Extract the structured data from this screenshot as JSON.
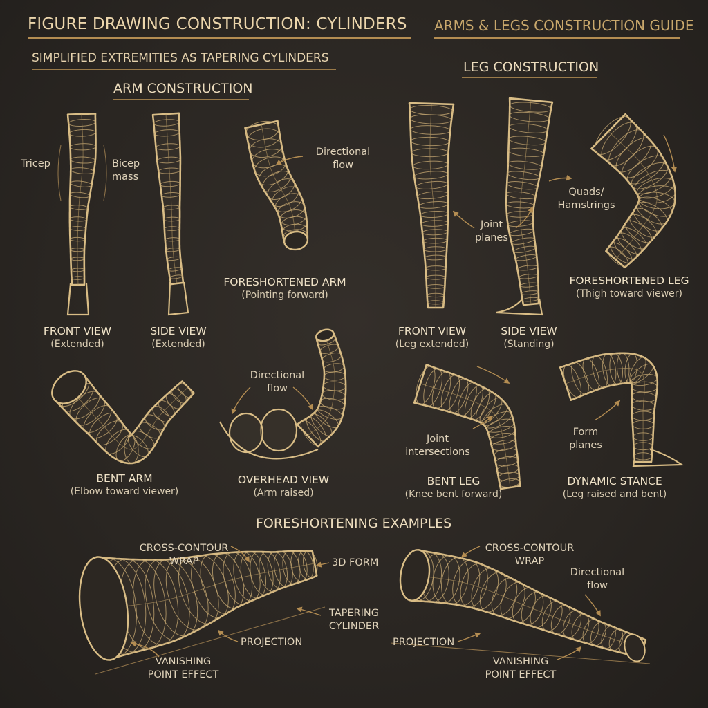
{
  "header": {
    "title": "FIGURE DRAWING CONSTRUCTION: CYLINDERS",
    "guide": "ARMS & LEGS CONSTRUCTION GUIDE",
    "subtitle": "SIMPLIFIED EXTREMITIES AS TAPERING CYLINDERS"
  },
  "arm": {
    "section": "ARM CONSTRUCTION",
    "tricep": "Tricep",
    "bicep": [
      "Bicep",
      "mass"
    ],
    "directional": [
      "Directional",
      "flow"
    ],
    "front": {
      "title": "FRONT VIEW",
      "sub": "(Extended)"
    },
    "side": {
      "title": "SIDE VIEW",
      "sub": "(Extended)"
    },
    "foreshortened": {
      "title": "FORESHORTENED ARM",
      "sub": "(Pointing forward)"
    },
    "bent": {
      "title": "BENT ARM",
      "sub": "(Elbow toward viewer)"
    },
    "overhead": {
      "title": "OVERHEAD VIEW",
      "sub": "(Arm raised)"
    },
    "overhead_flow": [
      "Directional",
      "flow"
    ]
  },
  "leg": {
    "section": "LEG CONSTRUCTION",
    "joint_planes": [
      "Joint",
      "planes"
    ],
    "quads": [
      "Quads/",
      "Hamstrings"
    ],
    "front": {
      "title": "FRONT VIEW",
      "sub": "(Leg extended)"
    },
    "side": {
      "title": "SIDE VIEW",
      "sub": "(Standing)"
    },
    "foreshortened": {
      "title": "FORESHORTENED LEG",
      "sub": "(Thigh toward viewer)"
    },
    "bent": {
      "title": "BENT LEG",
      "sub": "(Knee bent forward)"
    },
    "joint_intersections": [
      "Joint",
      "intersections"
    ],
    "dynamic": {
      "title": "DYNAMIC STANCE",
      "sub": "(Leg raised and bent)"
    },
    "form_planes": [
      "Form",
      "planes"
    ]
  },
  "foreshortening": {
    "section": "FORESHORTENING EXAMPLES",
    "left_wrap": [
      "CROSS-CONTOUR",
      "WRAP"
    ],
    "form3d": "3D FORM",
    "tapering": [
      "TAPERING",
      "CYLINDER"
    ],
    "left_projection": "PROJECTION",
    "left_vanishing": [
      "VANISHING",
      "POINT EFFECT"
    ],
    "right_wrap": [
      "CROSS-CONTOUR",
      "WRAP"
    ],
    "right_flow": [
      "Directional",
      "flow"
    ],
    "right_projection": "PROJECTION",
    "right_vanishing": [
      "VANISHING",
      "POINT EFFECT"
    ]
  },
  "colors": {
    "background": "#2b2723",
    "gold": "#d9bd86",
    "line": "#b48d52"
  }
}
